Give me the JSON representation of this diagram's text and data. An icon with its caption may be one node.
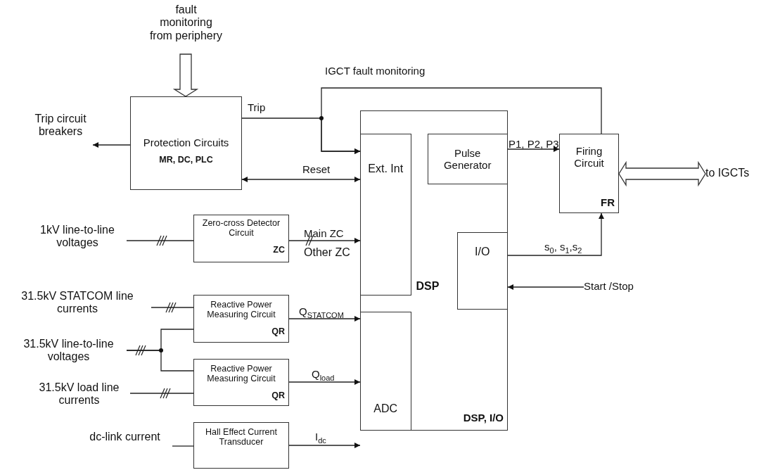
{
  "diagram": {
    "nodes": [
      {
        "text": [
          "fault monitoring from periphery"
        ]
      },
      {
        "text": [
          "Protection Circuits",
          "MR, DC, PLC"
        ]
      },
      {
        "text": [
          "DSP",
          "DSP, I/O"
        ]
      },
      {
        "text": [
          "Ext. Int"
        ],
        "in": 2
      },
      {
        "text": [
          "Pulse Generator"
        ],
        "in": 2
      },
      {
        "text": [
          "I/O"
        ],
        "in": 2
      },
      {
        "text": [
          "ADC"
        ],
        "in": 2
      },
      {
        "text": [
          "Firing Circuit",
          "FR"
        ]
      },
      {
        "text": [
          "to IGCTs"
        ]
      },
      {
        "text": [
          "1kV line-to-line voltages"
        ]
      },
      {
        "text": [
          "Zero-cross Detector Circuit",
          "ZC"
        ]
      },
      {
        "text": [
          "31.5kV STATCOM line currents"
        ]
      },
      {
        "text": [
          "Reactive Power Measuring Circuit",
          "QR"
        ]
      },
      {
        "text": [
          "31.5kV line-to-line voltages"
        ]
      },
      {
        "text": [
          "31.5kV load line currents"
        ]
      },
      {
        "text": [
          "Reactive Power Measuring Circuit",
          "QR"
        ]
      },
      {
        "text": [
          "dc-link current"
        ]
      },
      {
        "text": [
          "Hall Effect Current Transducer"
        ]
      },
      {
        "text": [
          "Start /Stop"
        ]
      },
      {
        "text": [
          "Trip circuit breakers"
        ]
      }
    ],
    "edges": [
      {
        "from": 0,
        "to": 1,
        "arrow": "to",
        "style": "thick"
      },
      {
        "from": 1,
        "to": 19,
        "arrow": "to"
      },
      {
        "from": 1,
        "to": 3,
        "arrow": "to",
        "label": "Trip"
      },
      {
        "from": 7,
        "to": 3,
        "arrow": "to",
        "label": "IGCT fault monitoring"
      },
      {
        "from": 1,
        "to": 3,
        "arrow": "both",
        "label": "Reset"
      },
      {
        "from": 4,
        "to": 7,
        "arrow": "to",
        "label": "P1, P2, P3"
      },
      {
        "from": 7,
        "to": 8,
        "arrow": "both",
        "style": "thick"
      },
      {
        "from": 5,
        "to": 7,
        "arrow": "to",
        "label": "s$_{0}$, s$_{1}$,s$_{2}$"
      },
      {
        "from": 18,
        "to": 5,
        "arrow": "to"
      },
      {
        "from": 9,
        "to": 10,
        "arrow": "none"
      },
      {
        "from": 10,
        "to": 3,
        "arrow": "to",
        "label": "Main ZC"
      },
      {
        "from": 11,
        "to": 12,
        "arrow": "none"
      },
      {
        "from": 13,
        "to": 12,
        "arrow": "none"
      },
      {
        "from": 13,
        "to": 15,
        "arrow": "none"
      },
      {
        "from": 14,
        "to": 15,
        "arrow": "none"
      },
      {
        "from": 12,
        "to": 6,
        "arrow": "to",
        "label": "Q$_{STATCOM}$"
      },
      {
        "from": 15,
        "to": 6,
        "arrow": "to",
        "label": "Q$_{load}$"
      },
      {
        "from": 16,
        "to": 17,
        "arrow": "none"
      },
      {
        "from": 17,
        "to": 6,
        "arrow": "to",
        "label": "I$_{dc}$"
      }
    ],
    "labels": [
      "Other ZC"
    ]
  }
}
